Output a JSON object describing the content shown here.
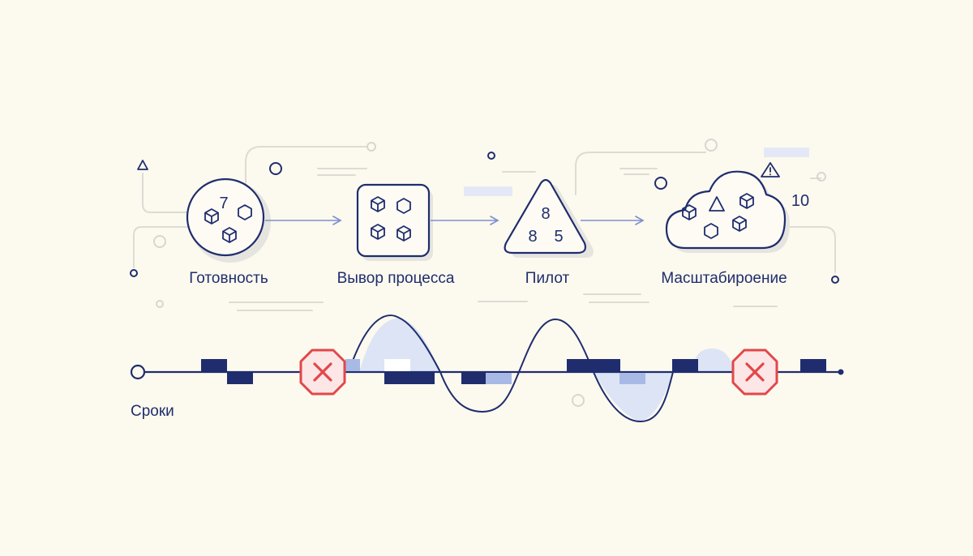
{
  "stages": [
    {
      "label": "Готовность",
      "number": "7"
    },
    {
      "label": "Вывор процесса"
    },
    {
      "label": "Пилот",
      "numbers": [
        "8",
        "8",
        "5"
      ]
    },
    {
      "label": "Масштабироение",
      "number": "10"
    }
  ],
  "timeline": {
    "label": "Сроки"
  },
  "colors": {
    "background": "#fcf9ee",
    "ink": "#1f2d6e",
    "accent_light": "#a9b9e6",
    "shadow": "#e8e6e2",
    "stop_red": "#e2474a"
  }
}
